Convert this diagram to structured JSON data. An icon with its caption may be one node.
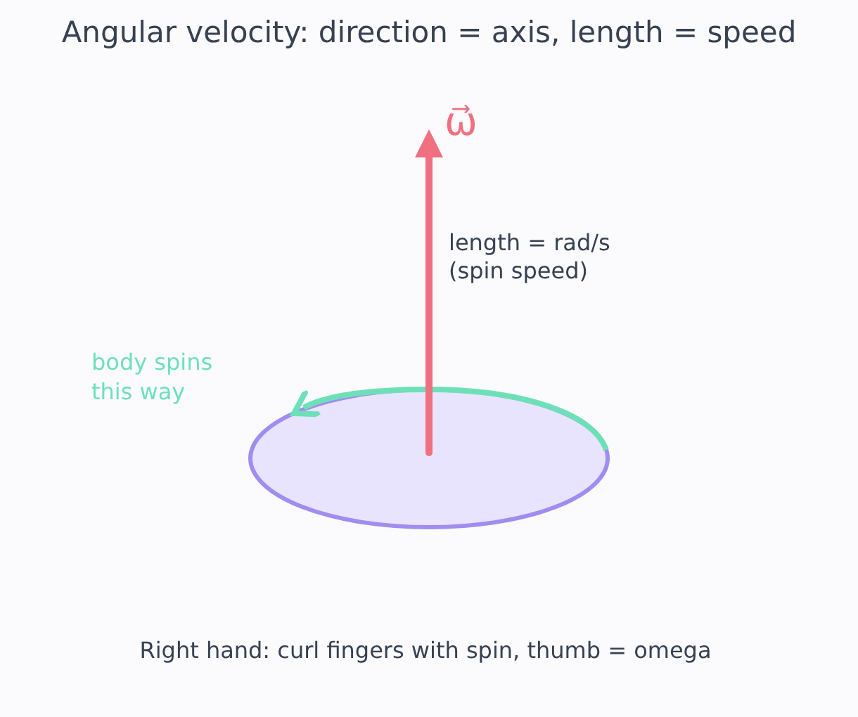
{
  "diagram": {
    "title": "Angular velocity: direction = axis, length = speed",
    "caption": "Right hand: curl fingers with spin, thumb = omega",
    "labels": [
      "ω⃗",
      "length = rad/s (spin speed)",
      "body spins this way"
    ]
  }
}
